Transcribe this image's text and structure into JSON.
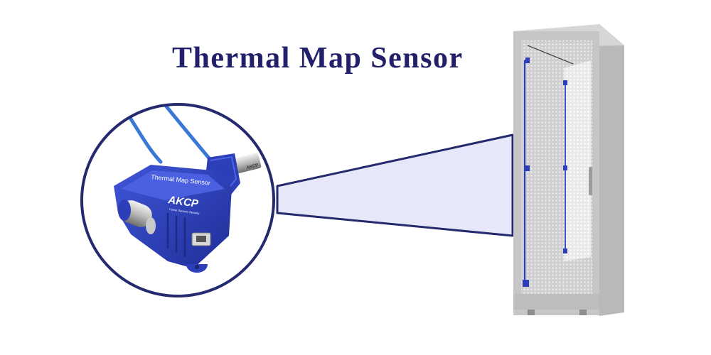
{
  "page": {
    "title": "Thermal Map Sensor"
  },
  "product": {
    "label": "Thermal Map Sensor",
    "brand_logo": "AKCP",
    "brand_subtitle": "Power Sensors Security",
    "probe_marking": "AKCP"
  },
  "icons": {
    "ethernet_port": "rj45-port-icon"
  },
  "colors": {
    "title": "#23206b",
    "sensor_blue": "#2d3fb8",
    "cable_blue": "#3a78d6",
    "cabinet_gray": "#c9c9cb",
    "beam_fill": "#e6e7f8",
    "outline_navy": "#252a6f"
  }
}
